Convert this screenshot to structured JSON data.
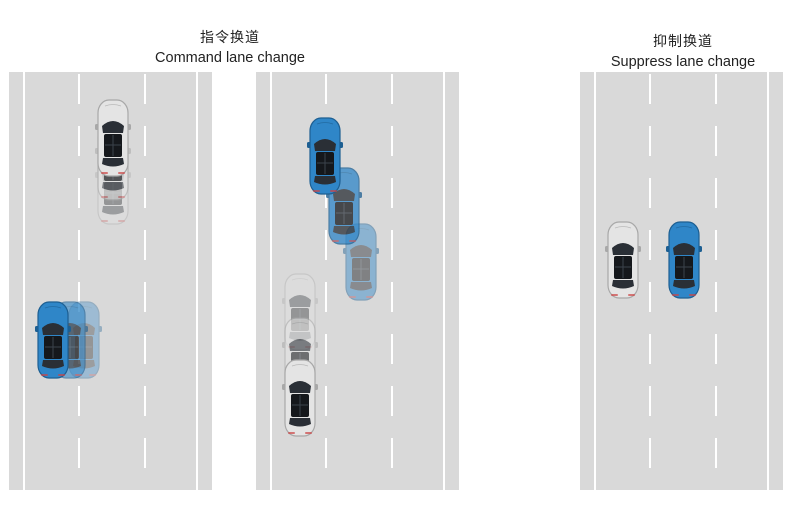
{
  "captions": {
    "command": {
      "zh": "指令换道",
      "en": "Command lane change"
    },
    "suppress": {
      "zh": "抑制换道",
      "en": "Suppress lane change"
    }
  },
  "colors": {
    "road": "#d9d9d9",
    "lane_marking": "#ffffff",
    "ego_car": "#2f86c8",
    "other_car": "#e4e4e4",
    "background": "#ffffff"
  },
  "roads": [
    {
      "id": "road-left",
      "lanes": 3,
      "scenario": "command"
    },
    {
      "id": "road-middle",
      "lanes": 3,
      "scenario": "command"
    },
    {
      "id": "road-right",
      "lanes": 3,
      "scenario": "suppress"
    }
  ],
  "vehicles": {
    "ego": {
      "type": "ego",
      "icon": "blue-car-icon"
    },
    "other": {
      "type": "other",
      "icon": "white-car-icon"
    }
  }
}
